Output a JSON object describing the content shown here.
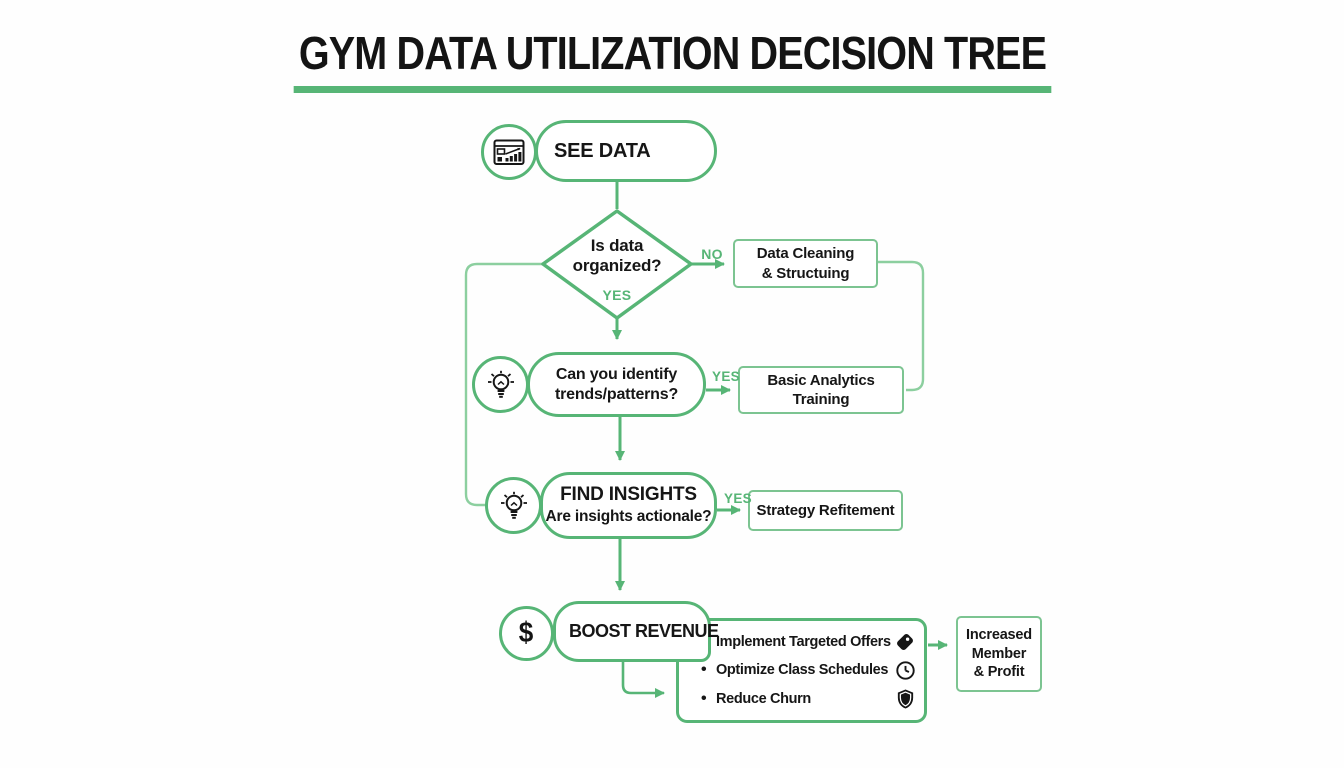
{
  "title": "GYM DATA UTILIZATION DECISION TREE",
  "colors": {
    "green": "#57b576",
    "green_light": "#8ccf9f",
    "text": "#161616"
  },
  "nodes": {
    "see_data": {
      "label": "SEE DATA",
      "icon": "dashboard-chart-icon"
    },
    "decision_organized": {
      "line1": "Is data",
      "line2": "organized?",
      "yes": "YES",
      "no": "NO"
    },
    "data_cleaning": {
      "line1": "Data Cleaning",
      "line2": "& Structuing"
    },
    "can_identify": {
      "line1": "Can you identify",
      "line2": "trends/patterns?",
      "yes": "YES",
      "icon": "lightbulb-icon"
    },
    "basic_analytics": {
      "line1": "Basic Analytics",
      "line2": "Training"
    },
    "find_insights": {
      "title": "FIND INSIGHTS",
      "question": "Are insights actionale?",
      "yes": "YES",
      "icon": "lightbulb-icon"
    },
    "strategy": {
      "label": "Strategy Refitement"
    },
    "boost_revenue": {
      "label": "BOOST REVENUE",
      "dollar": "$",
      "icon": "dollar-icon"
    },
    "actions": {
      "items": [
        {
          "bullet": "",
          "label": "Implement Targeted Offers",
          "icon": "tag-icon"
        },
        {
          "bullet": "•",
          "label": "Optimize Class Schedules",
          "icon": "clock-icon"
        },
        {
          "bullet": "•",
          "label": "Reduce Churn",
          "icon": "shield-icon"
        }
      ]
    },
    "outcome": {
      "line1": "Increased",
      "line2": "Member",
      "line3": "& Profit"
    }
  }
}
